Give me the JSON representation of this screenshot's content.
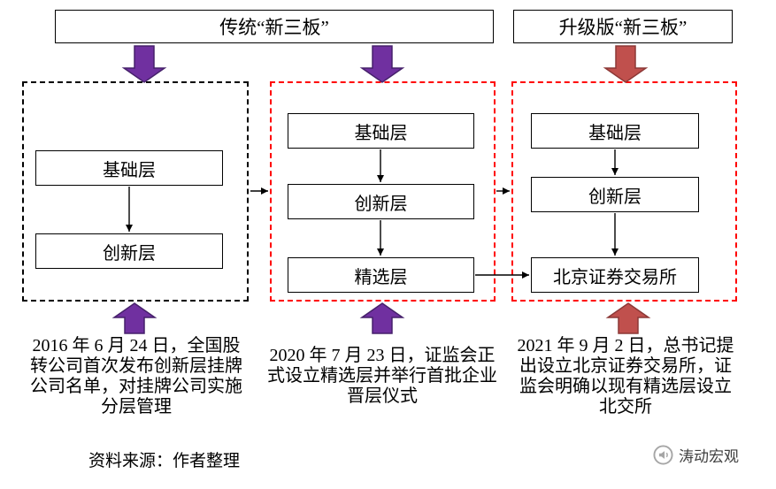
{
  "headers": {
    "traditional": "传统“新三板”",
    "upgraded": "升级版“新三板”"
  },
  "panels": [
    {
      "layers": [
        "基础层",
        "创新层"
      ],
      "caption": "2016 年 6 月 24 日，全国股转公司首次发布创新层挂牌公司名单，对挂牌公司实施分层管理"
    },
    {
      "layers": [
        "基础层",
        "创新层",
        "精选层"
      ],
      "caption": "2020 年 7 月 23 日，证监会正式设立精选层并举行首批企业晋层仪式"
    },
    {
      "layers": [
        "基础层",
        "创新层",
        "北京证券交易所"
      ],
      "caption": "2021 年 9 月 2 日，总书记提出设立北京证券交易所，证监会明确以现有精选层设立北交所"
    }
  ],
  "footer": {
    "source": "资料来源：作者整理",
    "watermark": "涛动宏观"
  },
  "colors": {
    "purple_fill": "#7030A0",
    "purple_stroke": "#46216B",
    "red_fill": "#C0504D",
    "red_stroke": "#8C3836",
    "dashed_red": "#FF0000",
    "black": "#000000"
  }
}
